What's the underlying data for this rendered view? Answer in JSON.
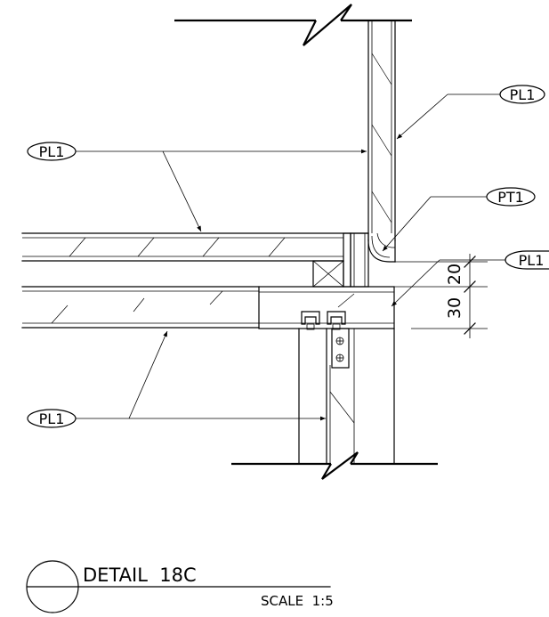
{
  "drawing": {
    "callouts": [
      {
        "id": "pl1-top-right",
        "label": "PL1"
      },
      {
        "id": "pl1-upper-left",
        "label": "PL1"
      },
      {
        "id": "pt1",
        "label": "PT1"
      },
      {
        "id": "pl1-mid-right",
        "label": "PL1"
      },
      {
        "id": "pl1-lower-left",
        "label": "PL1"
      }
    ],
    "dimensions": [
      {
        "id": "dim-20",
        "text": "20"
      },
      {
        "id": "dim-30",
        "text": "30"
      }
    ],
    "title_block": {
      "title": "DETAIL  18C",
      "scale": "SCALE  1:5"
    }
  }
}
